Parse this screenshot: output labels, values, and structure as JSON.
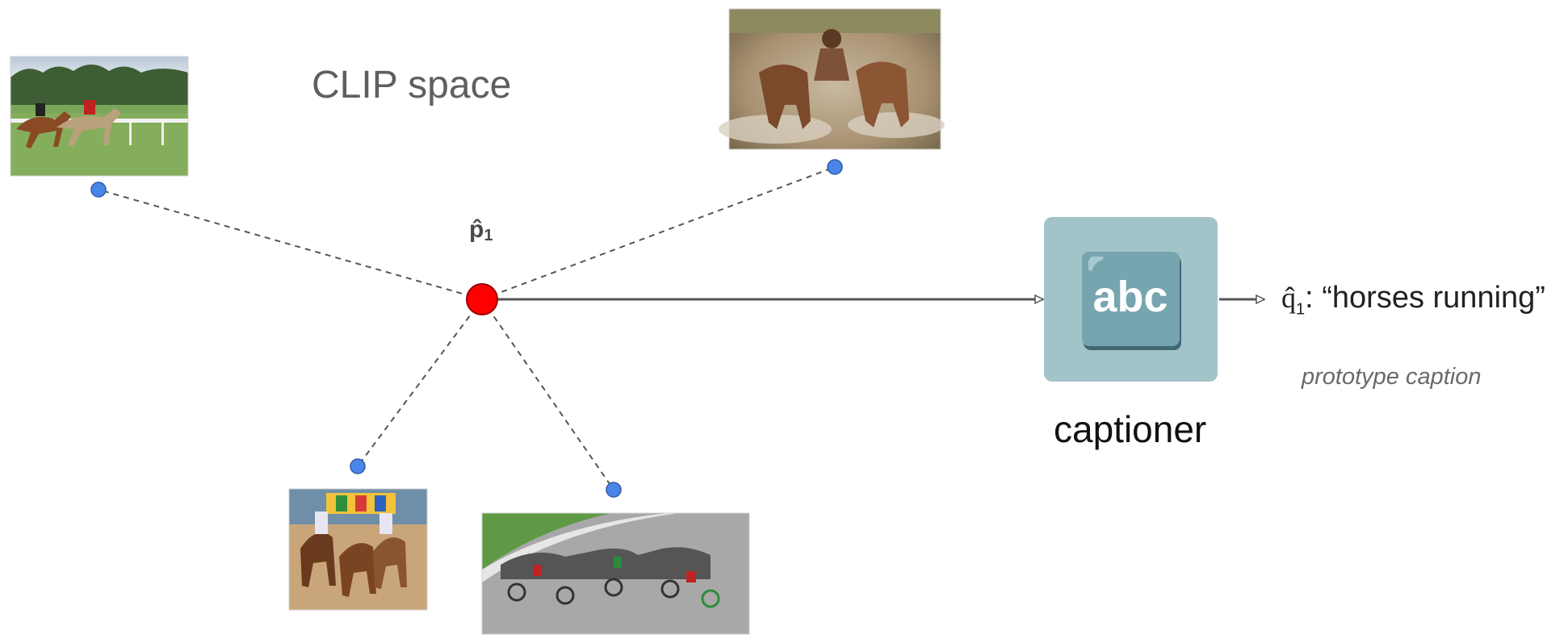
{
  "title": "CLIP space",
  "prototype": {
    "symbol": "p̂",
    "index": "1"
  },
  "captioner": {
    "label": "captioner",
    "icon_text": "abc",
    "icon": "abc-keycap-icon"
  },
  "caption": {
    "symbol": "q̂",
    "index": "1",
    "separator": ":",
    "text": "“horses running”"
  },
  "prototype_caption_label": "prototype caption",
  "images": [
    {
      "name": "image-horse-race-turf"
    },
    {
      "name": "image-bull-race-mud"
    },
    {
      "name": "image-horse-race-dirt"
    },
    {
      "name": "image-harness-racing"
    }
  ],
  "colors": {
    "prototype_point": "#ff0000",
    "embedding_point": "#4a86e8",
    "captioner_box": "#a2c4c9",
    "keycap": "#76a5af",
    "edge": "#555555"
  }
}
